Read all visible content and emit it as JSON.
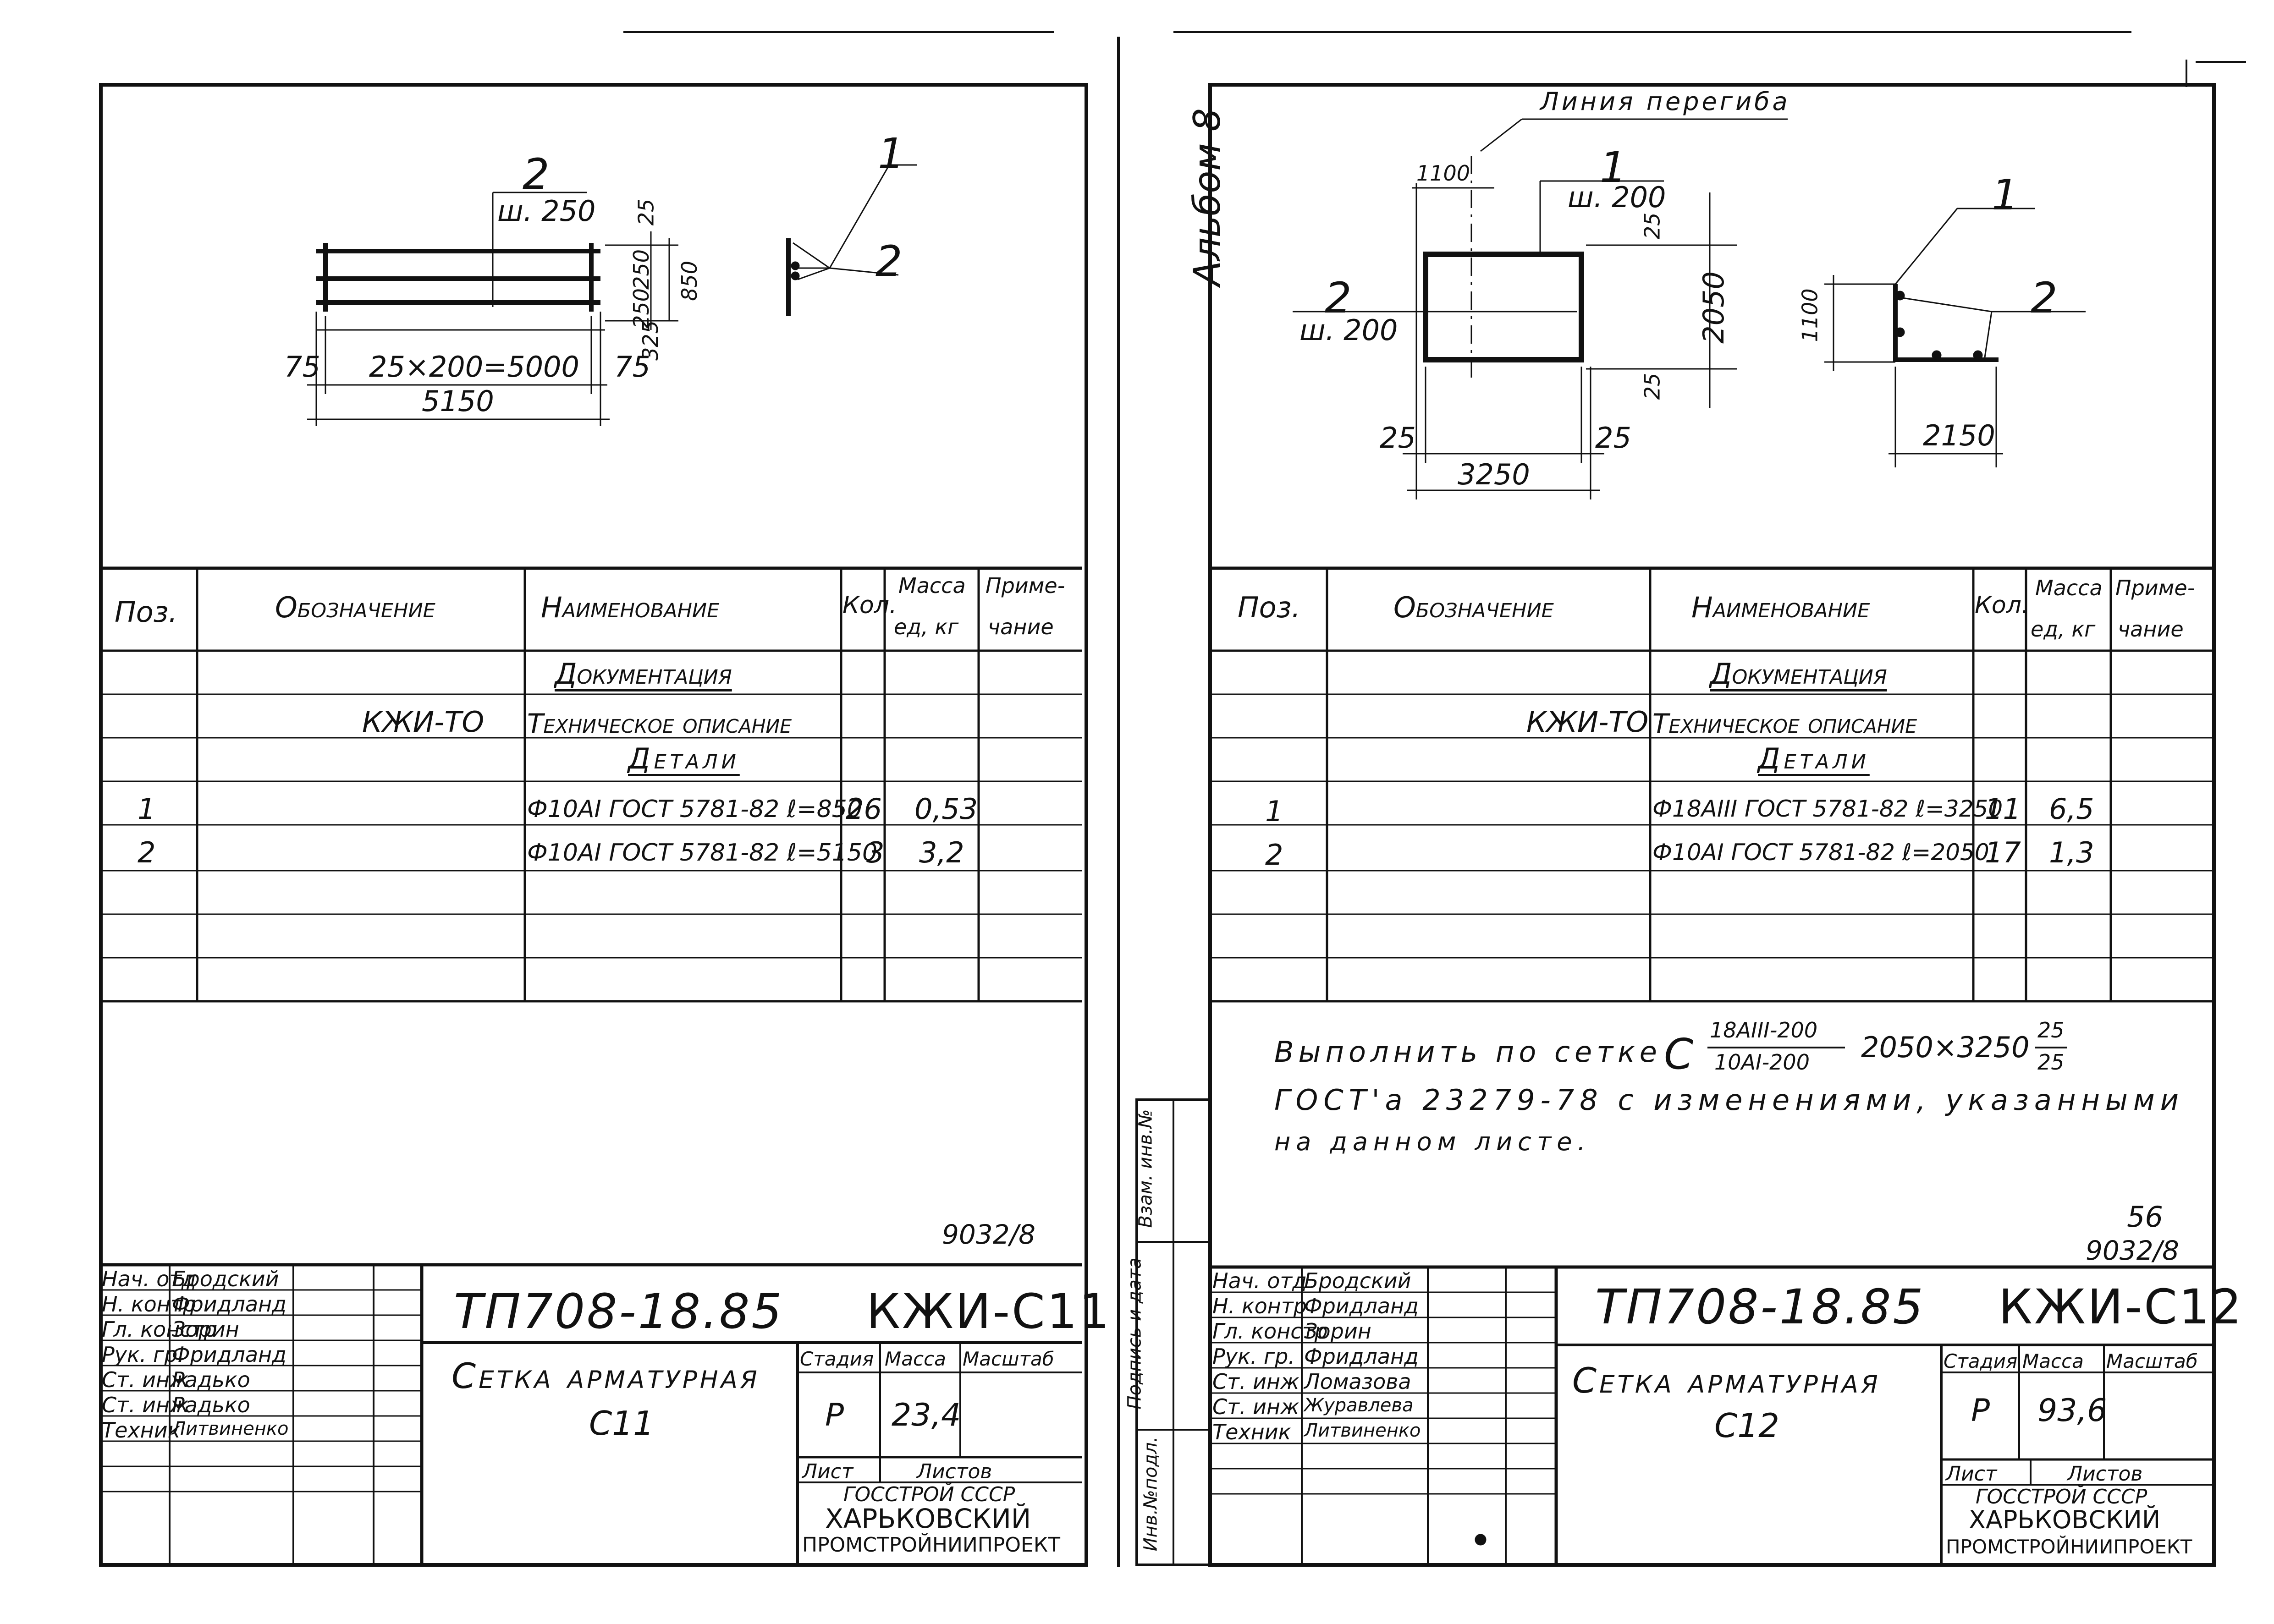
{
  "album_label": "Альбом 8",
  "corner_number": "56",
  "stamp_side_labels": [
    "Инв.№подл.",
    "Подпись и дата",
    "Взам. инв.№"
  ],
  "left": {
    "table_headers": {
      "pos": "Поз.",
      "designation": "Обозначение",
      "name": "Наименование",
      "qty": "Кол.",
      "mass_top": "Масса",
      "mass_bottom": "ед, кг",
      "note_top": "Приме-",
      "note_bottom": "чание"
    },
    "doc_section": "Документация",
    "doc_code": "КЖИ-ТО",
    "doc_name": "Техническое описание",
    "details_section": "Детали",
    "rows": [
      {
        "pos": "1",
        "name": "Ф10АI ГОСТ 5781-82 ℓ=850",
        "qty": "26",
        "mass": "0,53"
      },
      {
        "pos": "2",
        "name": "Ф10АI ГОСТ 5781-82 ℓ=5150",
        "qty": "3",
        "mass": "3,2"
      }
    ],
    "drawing": {
      "pos1": "1",
      "pos2": "2",
      "step": "ш. 250",
      "dim_span": "25×200=5000",
      "dim_total": "5150",
      "dim_end_l": "75",
      "dim_end_r": "75",
      "dim_v": [
        "25",
        "250",
        "250",
        "325"
      ],
      "dim_h": "850"
    },
    "archive_no": "9032/8",
    "project_code": "ТП708-18.85",
    "sheet_code": "КЖИ-С11",
    "title_line1": "Сетка арматурная",
    "title_line2": "С11",
    "stage_label": "Стадия",
    "mass_label": "Масса",
    "scale_label": "Масштаб",
    "stage": "Р",
    "mass": "23,4",
    "sheet_label": "Лист",
    "sheets_label": "Листов",
    "org_line1": "ГОССТРОЙ СССР",
    "org_line2": "ХАРЬКОВСКИЙ",
    "org_line3": "ПРОМСТРОЙНИИПРОЕКТ",
    "staff": [
      {
        "role": "Нач. отд",
        "name": "Бродский"
      },
      {
        "role": "Н. контр",
        "name": "Фридланд"
      },
      {
        "role": "Гл. констр",
        "name": "Зорин"
      },
      {
        "role": "Рук. гр.",
        "name": "Фридланд"
      },
      {
        "role": "Ст. инж",
        "name": "Радько"
      },
      {
        "role": "Ст. инж",
        "name": "Радько"
      },
      {
        "role": "Техник",
        "name": "Литвиненко"
      }
    ]
  },
  "right": {
    "table_headers": {
      "pos": "Поз.",
      "designation": "Обозначение",
      "name": "Наименование",
      "qty": "Кол.",
      "mass_top": "Масса",
      "mass_bottom": "ед, кг",
      "note_top": "Приме-",
      "note_bottom": "чание"
    },
    "doc_section": "Документация",
    "doc_code": "КЖИ-ТО",
    "doc_name": "Техническое описание",
    "details_section": "Детали",
    "rows": [
      {
        "pos": "1",
        "name": "Ф18АIII ГОСТ 5781-82 ℓ=3250",
        "qty": "11",
        "mass": "6,5"
      },
      {
        "pos": "2",
        "name": "Ф10АI ГОСТ 5781-82 ℓ=2050",
        "qty": "17",
        "mass": "1,3"
      }
    ],
    "drawing": {
      "bend_line": "Линия перегиба",
      "pos1": "1",
      "pos2": "2",
      "step1": "ш. 200",
      "step2": "ш. 200",
      "d1100_top": "1100",
      "d2050": "2050",
      "d25a": "25",
      "d25b": "25",
      "d25c": "25",
      "d25d": "25",
      "d3250": "3250",
      "d1100_side": "1100",
      "d2150": "2150"
    },
    "note_line1a": "Выполнить по сетке",
    "note_mesh_letter": "С",
    "note_frac_top": "18АIII-200",
    "note_frac_bottom": "10АI-200",
    "note_size": "2050×3250",
    "note_frac2_top": "25",
    "note_frac2_bottom": "25",
    "note_line2": "ГОСТ'а 23279-78 с изменениями, указанными",
    "note_line3": "на данном листе.",
    "archive_no": "9032/8",
    "project_code": "ТП708-18.85",
    "sheet_code": "КЖИ-С12",
    "title_line1": "Сетка арматурная",
    "title_line2": "С12",
    "stage_label": "Стадия",
    "mass_label": "Масса",
    "scale_label": "Масштаб",
    "stage": "Р",
    "mass": "93,6",
    "sheet_label": "Лист",
    "sheets_label": "Листов",
    "org_line1": "ГОССТРОЙ СССР",
    "org_line2": "ХАРЬКОВСКИЙ",
    "org_line3": "ПРОМСТРОЙНИИПРОЕКТ",
    "staff": [
      {
        "role": "Нач. отд",
        "name": "Бродский"
      },
      {
        "role": "Н. контр",
        "name": "Фридланд"
      },
      {
        "role": "Гл. констр",
        "name": "Зорин"
      },
      {
        "role": "Рук. гр.",
        "name": "Фридланд"
      },
      {
        "role": "Ст. инж",
        "name": "Ломазова"
      },
      {
        "role": "Ст. инж",
        "name": "Журавлева"
      },
      {
        "role": "Техник",
        "name": "Литвиненко"
      }
    ]
  }
}
